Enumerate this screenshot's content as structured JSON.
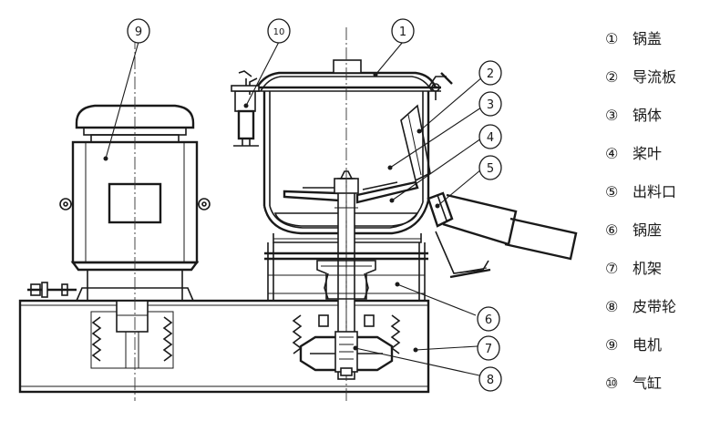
{
  "legend": [
    {
      "marker": "①",
      "label": "锅盖"
    },
    {
      "marker": "②",
      "label": "导流板"
    },
    {
      "marker": "③",
      "label": "锅体"
    },
    {
      "marker": "④",
      "label": "桨叶"
    },
    {
      "marker": "⑤",
      "label": "出料口"
    },
    {
      "marker": "⑥",
      "label": "锅座"
    },
    {
      "marker": "⑦",
      "label": "机架"
    },
    {
      "marker": "⑧",
      "label": "皮带轮"
    },
    {
      "marker": "⑨",
      "label": "电机"
    },
    {
      "marker": "⑩",
      "label": "气缸"
    }
  ],
  "callouts": [
    "1",
    "2",
    "3",
    "4",
    "5",
    "6",
    "7",
    "8",
    "9",
    "10"
  ]
}
